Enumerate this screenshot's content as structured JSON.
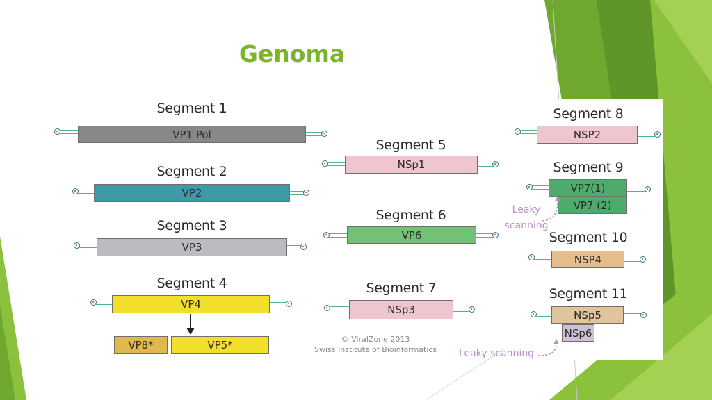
{
  "title": "Genoma",
  "segments": {
    "s1": {
      "label": "Segment 1",
      "protein": "VP1 Pol"
    },
    "s2": {
      "label": "Segment 2",
      "protein": "VP2"
    },
    "s3": {
      "label": "Segment 3",
      "protein": "VP3"
    },
    "s4": {
      "label": "Segment 4",
      "protein": "VP4",
      "cleavage": [
        "VP8*",
        "VP5*"
      ]
    },
    "s5": {
      "label": "Segment 5",
      "protein": "NSp1"
    },
    "s6": {
      "label": "Segment 6",
      "protein": "VP6"
    },
    "s7": {
      "label": "Segment 7",
      "protein": "NSp3"
    },
    "s8": {
      "label": "Segment 8",
      "protein": "NSP2"
    },
    "s9": {
      "label": "Segment 9",
      "proteins": [
        "VP7(1)",
        "VP7 (2)"
      ]
    },
    "s10": {
      "label": "Segment 10",
      "protein": "NSP4"
    },
    "s11": {
      "label": "Segment 11",
      "proteins": [
        "NSp5",
        "NSp6"
      ]
    }
  },
  "annotations": {
    "leaky_scanning_9": [
      "Leaky",
      "scanning"
    ],
    "leaky_scanning_11": "Leaky scanning"
  },
  "credit": {
    "line1": "© ViralZone 2013",
    "line2": "Swiss Institute of Bioinformatics"
  },
  "colors": {
    "title": "#7cb52b",
    "vp1": "#888888",
    "vp2": "#3f9aa8",
    "vp3": "#bcbcc0",
    "vp4": "#f2df2c",
    "vp8": "#e1b84e",
    "vp5": "#f2df2c",
    "nsp1": "#efc6d0",
    "vp6": "#72c174",
    "nsp3": "#efc6d0",
    "nsp2": "#efc6d0",
    "vp7": "#4eab6c",
    "nsp4": "#e5be8b",
    "nsp5": "#e2c49a",
    "nsp6": "#cdc0d8",
    "leaky": "#b98cc9"
  }
}
